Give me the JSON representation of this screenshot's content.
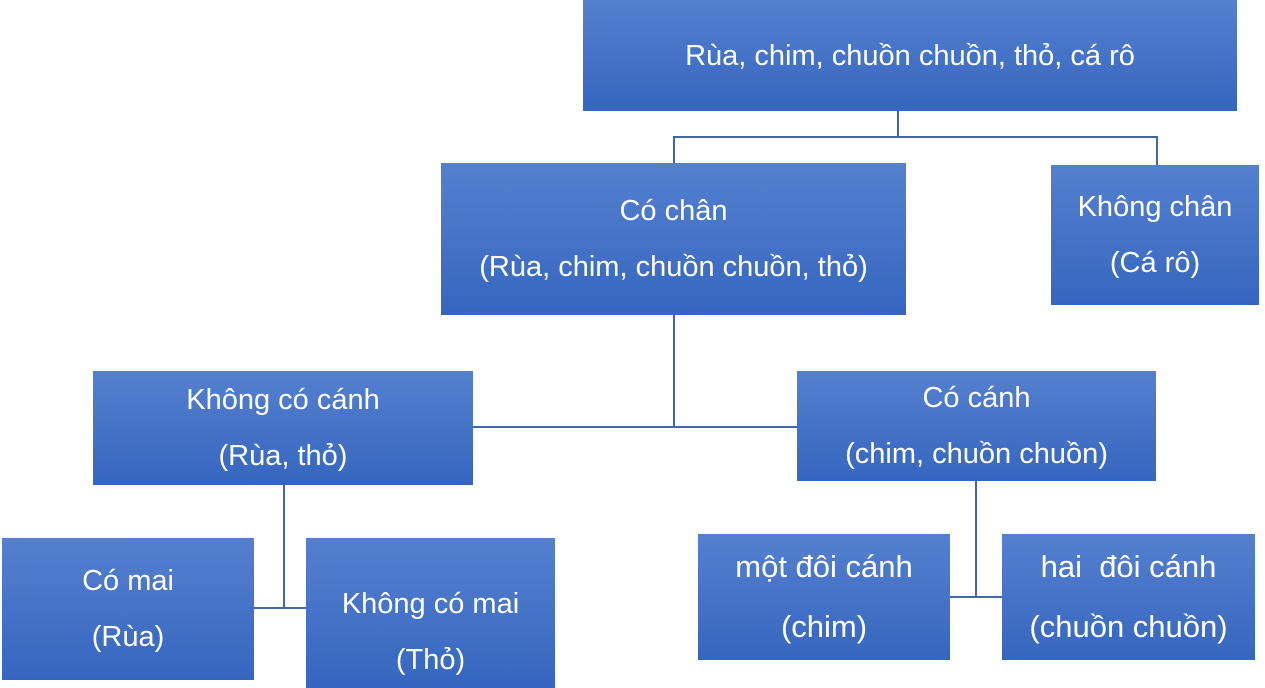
{
  "nodes": {
    "root": {
      "line1": "Rùa, chim, chuồn chuồn, thỏ, cá rô"
    },
    "legs": {
      "line1": "Có chân",
      "line2": "(Rùa, chim, chuồn chuồn, thỏ)"
    },
    "no_legs": {
      "line1": "Không chân",
      "line2": "(Cá rô)"
    },
    "no_wings": {
      "line1": "Không có cánh",
      "line2": "(Rùa, thỏ)"
    },
    "wings": {
      "line1": "Có cánh",
      "line2": "(chim, chuồn chuồn)"
    },
    "shell": {
      "line1": "Có mai",
      "line2": "(Rùa)"
    },
    "no_shell": {
      "line1": "Không có mai",
      "line2": "(Thỏ)"
    },
    "one_pair": {
      "line1": "một đôi cánh",
      "line2": "(chim)"
    },
    "two_pairs": {
      "line1": "hai  đôi cánh",
      "line2": "(chuồn chuồn)"
    }
  }
}
